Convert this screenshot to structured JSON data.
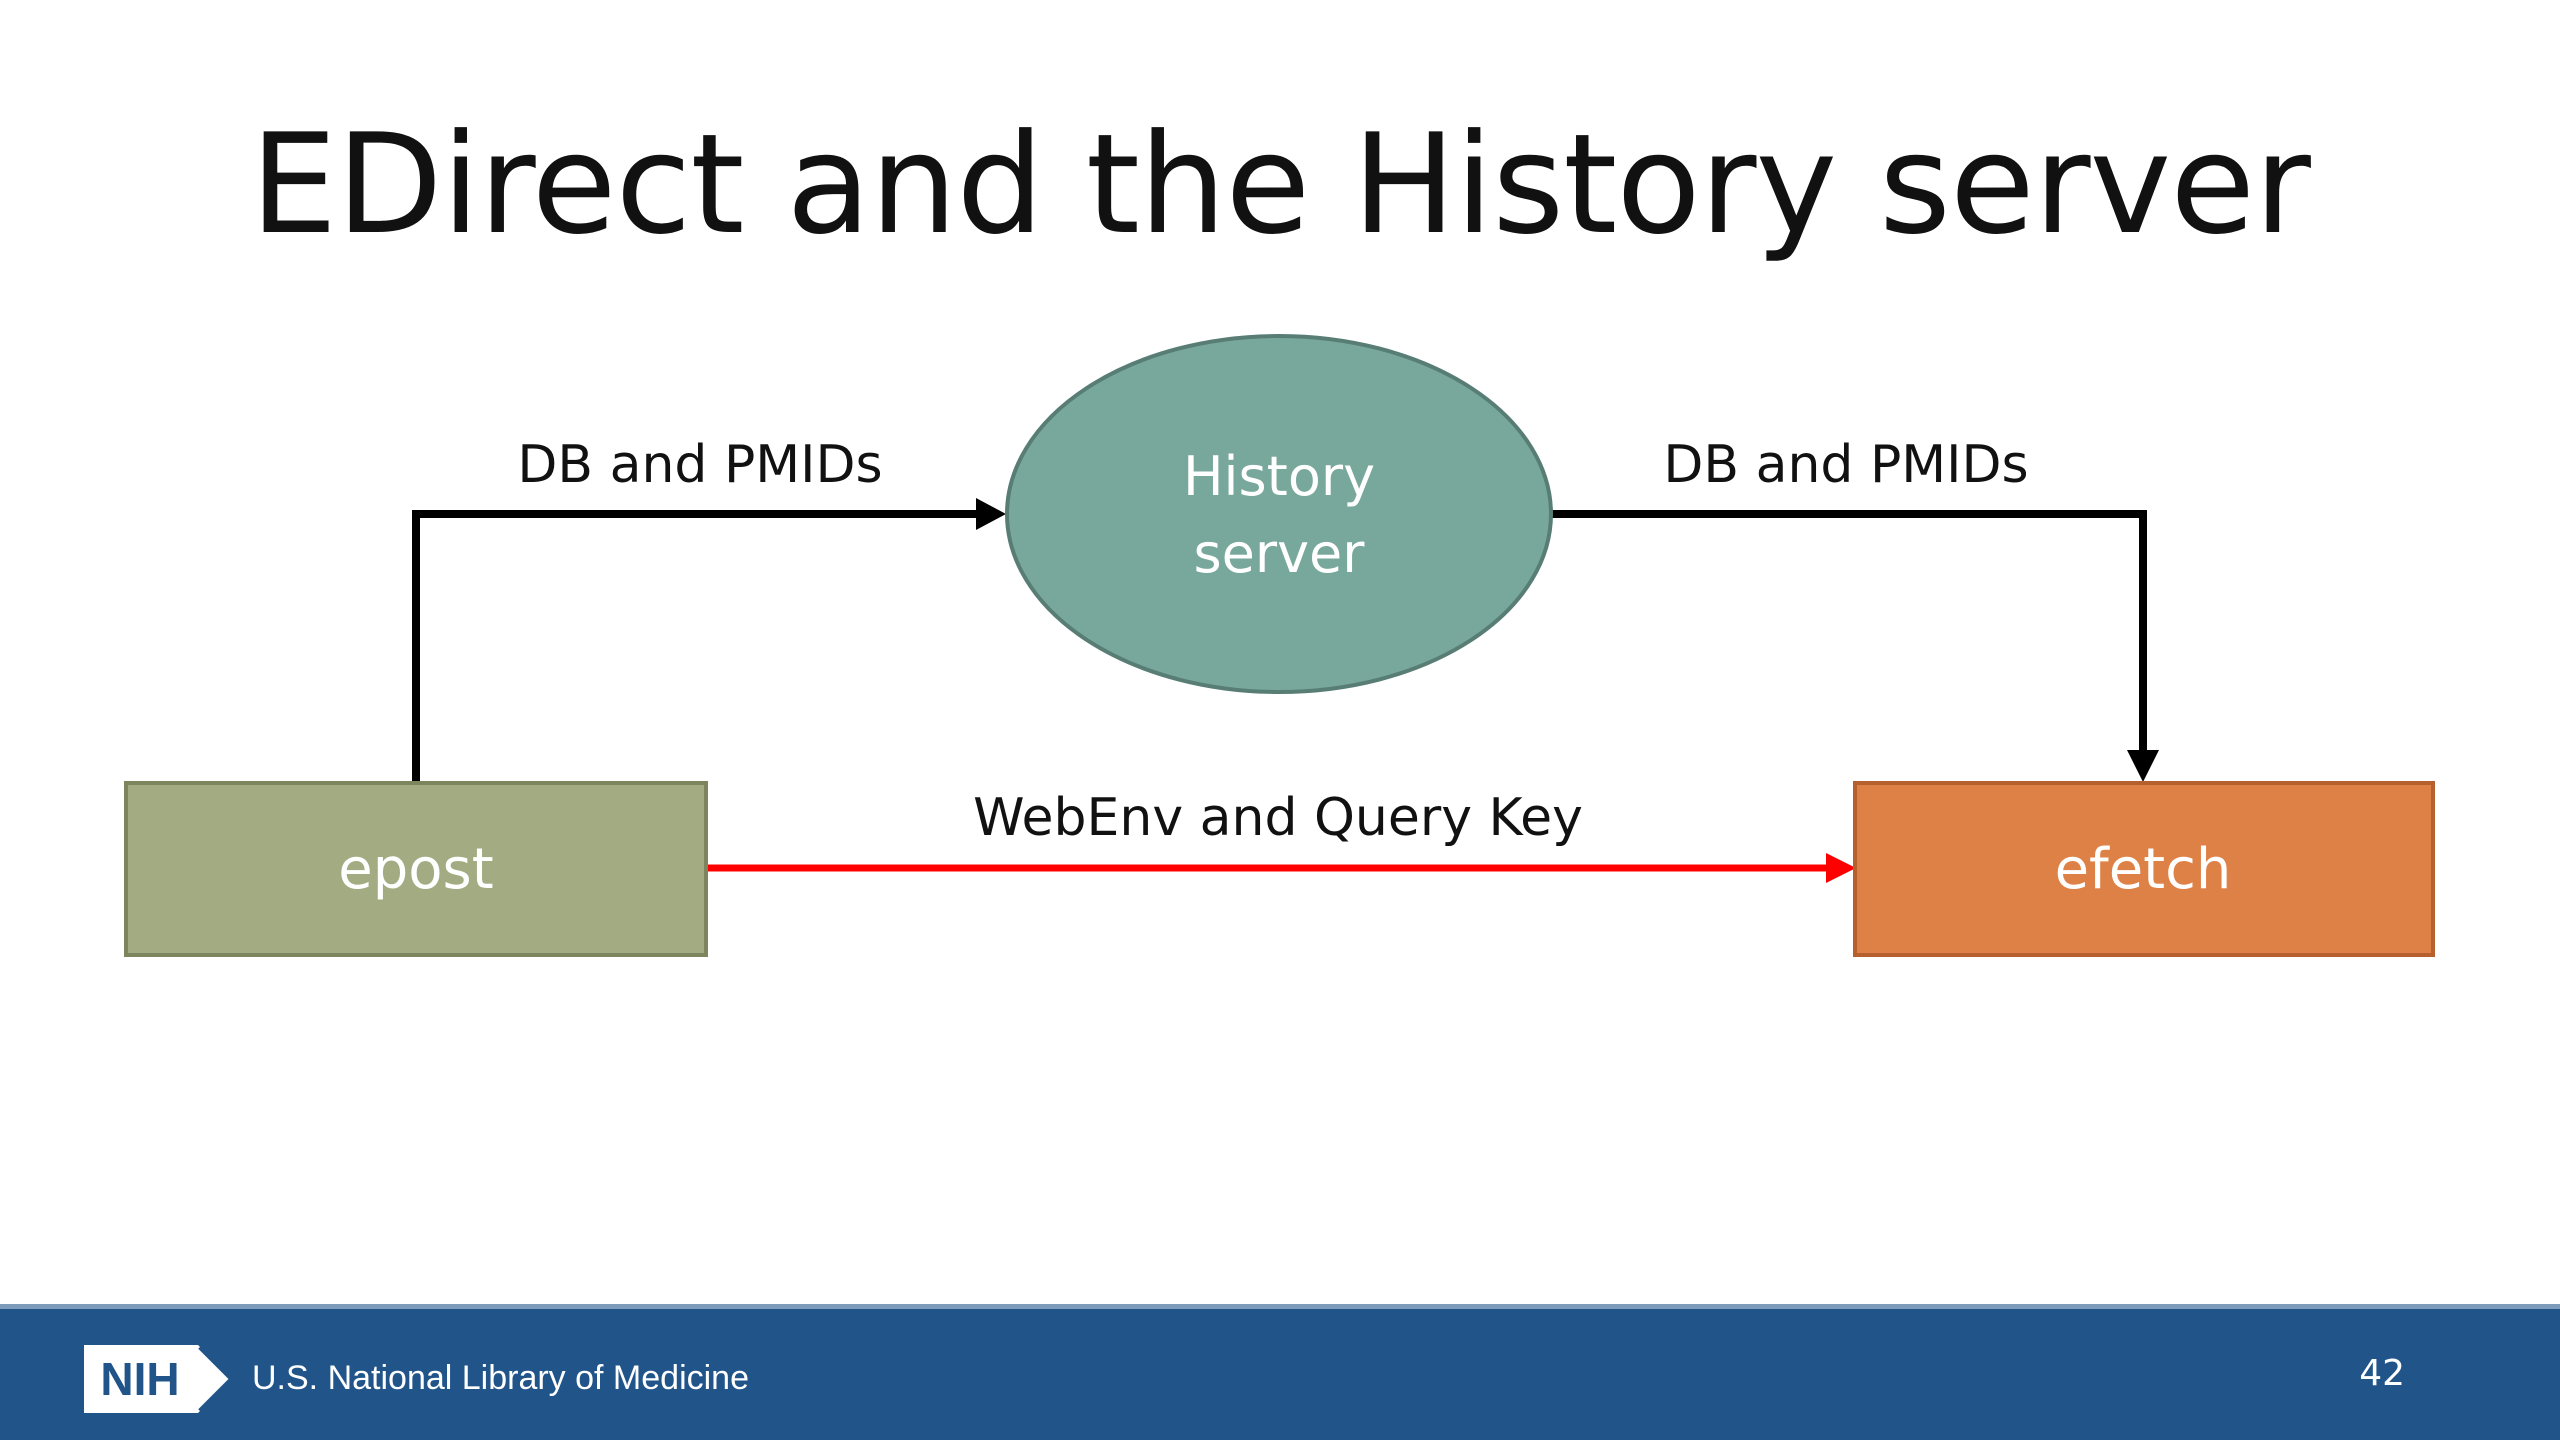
{
  "slide": {
    "title": "EDirect and the History server",
    "page_number": "42"
  },
  "diagram": {
    "nodes": {
      "epost": {
        "label": "epost",
        "shape": "rectangle",
        "fill": "#a3ab82",
        "stroke": "#7d855f"
      },
      "history": {
        "label_line1": "History",
        "label_line2": "server",
        "shape": "ellipse",
        "fill": "#78a79c",
        "stroke": "#587d74"
      },
      "efetch": {
        "label": "efetch",
        "shape": "rectangle",
        "fill": "#de8147",
        "stroke": "#b6612d"
      }
    },
    "edges": {
      "epost_to_history": {
        "label": "DB and PMIDs",
        "color": "#000000"
      },
      "history_to_efetch": {
        "label": "DB and PMIDs",
        "color": "#000000"
      },
      "epost_to_efetch": {
        "label": "WebEnv and Query Key",
        "color": "#ff0000"
      }
    }
  },
  "footer": {
    "logo_text": "NIH",
    "organization": "U.S. National Library of Medicine",
    "background": "#21558a"
  }
}
